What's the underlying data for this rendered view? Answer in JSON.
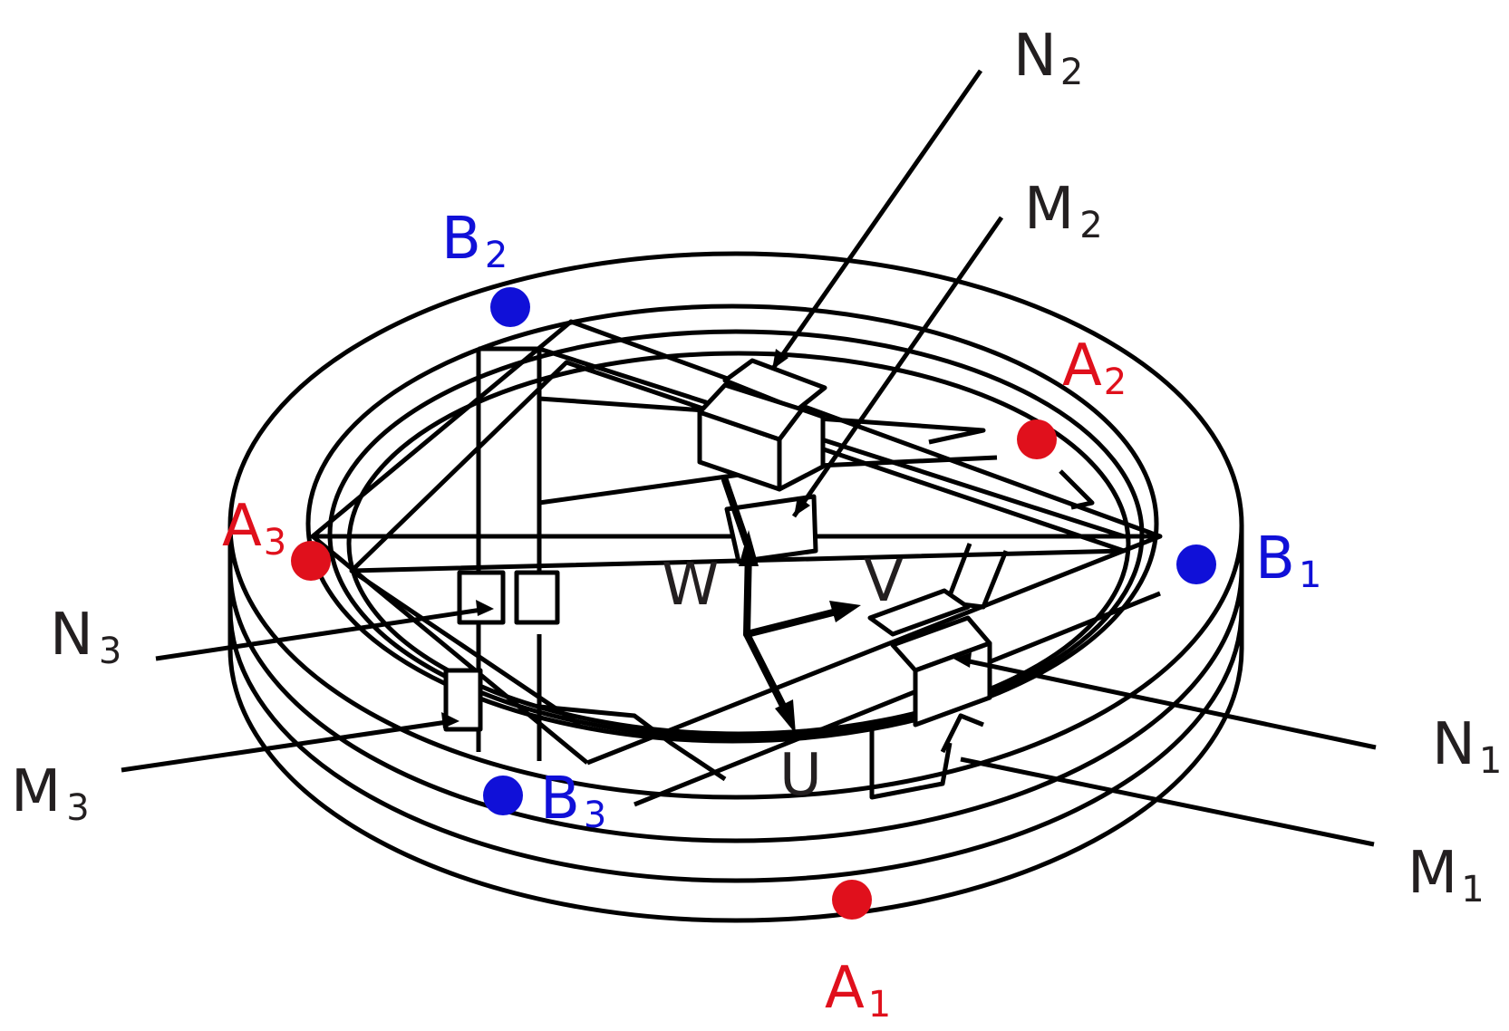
{
  "diagram": {
    "colors": {
      "stroke": "#000000",
      "label": "#231f20",
      "red": "#e0101c",
      "blue": "#1010d8"
    },
    "labels": {
      "N1": {
        "main": "N",
        "sub": "1"
      },
      "N2": {
        "main": "N",
        "sub": "2"
      },
      "N3": {
        "main": "N",
        "sub": "3"
      },
      "M1": {
        "main": "M",
        "sub": "1"
      },
      "M2": {
        "main": "M",
        "sub": "2"
      },
      "M3": {
        "main": "M",
        "sub": "3"
      },
      "A1": {
        "main": "A",
        "sub": "1"
      },
      "A2": {
        "main": "A",
        "sub": "2"
      },
      "A3": {
        "main": "A",
        "sub": "3"
      },
      "B1": {
        "main": "B",
        "sub": "1"
      },
      "B2": {
        "main": "B",
        "sub": "2"
      },
      "B3": {
        "main": "B",
        "sub": "3"
      },
      "U": "U",
      "V": "V",
      "W": "W"
    }
  }
}
